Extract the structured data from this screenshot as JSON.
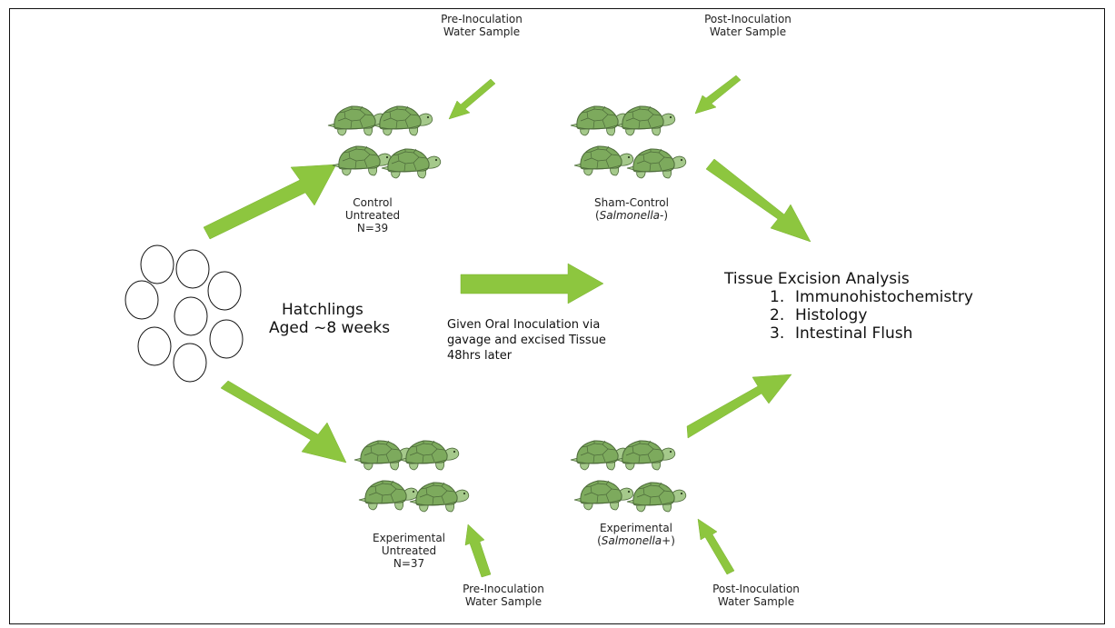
{
  "hatchlings": {
    "line1": "Hatchlings",
    "line2": "Aged ~8 weeks"
  },
  "control_group": {
    "line1": "Control",
    "line2": "Untreated",
    "line3": "N=39"
  },
  "sham_group": {
    "line1": "Sham-Control",
    "line2_prefix": "(",
    "line2_italic": "Salmonella",
    "line2_suffix": "-)"
  },
  "experimental_untreated": {
    "line1": "Experimental",
    "line2": "Untreated",
    "line3": "N=37"
  },
  "experimental_salmonella": {
    "line1": "Experimental",
    "line2_prefix": "(",
    "line2_italic": "Salmonella",
    "line2_suffix": "+)"
  },
  "samples": {
    "pre_top": {
      "line1": "Pre-Inoculation",
      "line2": "Water Sample"
    },
    "post_top": {
      "line1": "Post-Inoculation",
      "line2": "Water Sample"
    },
    "pre_bottom": {
      "line1": "Pre-Inoculation",
      "line2": "Water Sample"
    },
    "post_bottom": {
      "line1": "Post-Inoculation",
      "line2": "Water Sample"
    }
  },
  "inoculation": {
    "line1": "Given Oral Inoculation via",
    "line2": "gavage and excised Tissue",
    "line3": "48hrs later"
  },
  "analysis": {
    "title": "Tissue Excision Analysis",
    "items": [
      {
        "num": "1.",
        "label": "Immunohistochemistry"
      },
      {
        "num": "2.",
        "label": "Histology"
      },
      {
        "num": "3.",
        "label": "Intestinal Flush"
      }
    ]
  },
  "colors": {
    "arrow": "#8dc63f",
    "turtle_shell": "#7daa5d",
    "turtle_skin": "#a5c98b",
    "turtle_outline": "#4d6b3a"
  }
}
